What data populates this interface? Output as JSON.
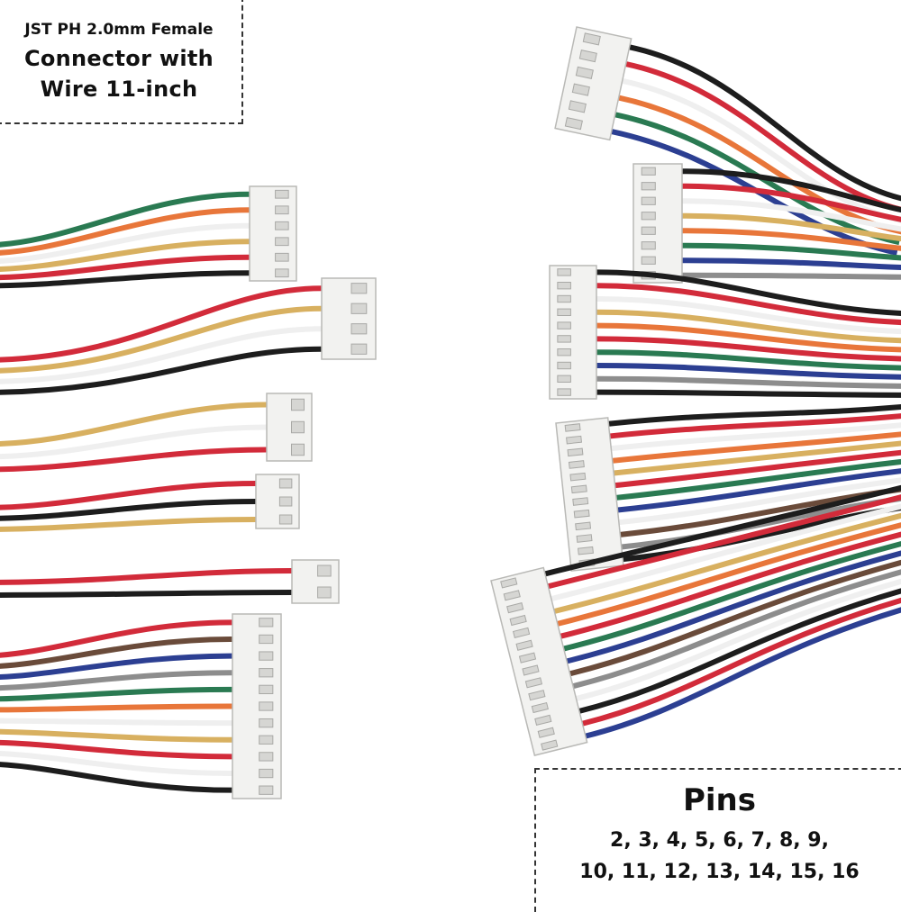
{
  "header": {
    "line1": "JST PH  2.0mm Female",
    "line2": "Connector with",
    "line3": "Wire 11-inch"
  },
  "pins": {
    "title": "Pins",
    "line1": "2, 3, 4, 5, 6, 7, 8, 9,",
    "line2": "10, 11, 12, 13, 14, 15, 16"
  },
  "colors": {
    "red": "#d22b3a",
    "black": "#1d1d1d",
    "white": "#efefef",
    "yellow": "#d8b060",
    "orange": "#e8763a",
    "green": "#2a7a52",
    "blue": "#2c3f92",
    "brown": "#6a4b3a",
    "gray": "#8d8d8d",
    "connector": "#f2f2f0"
  }
}
